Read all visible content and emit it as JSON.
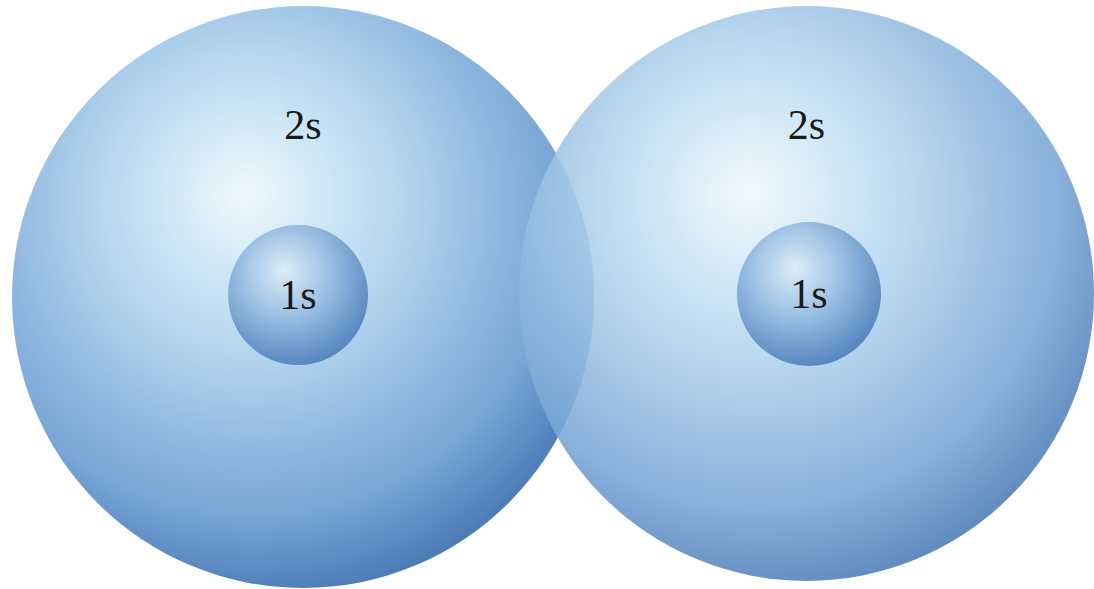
{
  "diagram": {
    "nodes": [
      {
        "text": [
          "2s"
        ]
      },
      {
        "text": [
          "1s"
        ],
        "in": 0
      },
      {
        "text": [
          "2s"
        ]
      },
      {
        "text": [
          "1s"
        ],
        "in": 2
      }
    ]
  }
}
